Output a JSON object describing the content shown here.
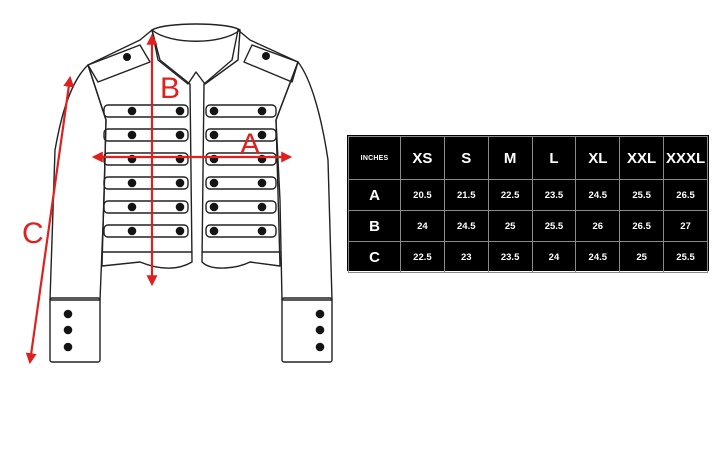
{
  "labels": {
    "a": "A",
    "b": "B",
    "c": "C"
  },
  "colors": {
    "arrow": "#e0201f",
    "outline": "#222222",
    "button": "#141414",
    "table_bg": "#000000",
    "table_text": "#ffffff"
  },
  "table": {
    "corner": "INCHES",
    "sizes": [
      "XS",
      "S",
      "M",
      "L",
      "XL",
      "XXL",
      "XXXL"
    ],
    "rows": [
      {
        "label": "A",
        "values": [
          "20.5",
          "21.5",
          "22.5",
          "23.5",
          "24.5",
          "25.5",
          "26.5"
        ]
      },
      {
        "label": "B",
        "values": [
          "24",
          "24.5",
          "25",
          "25.5",
          "26",
          "26.5",
          "27"
        ]
      },
      {
        "label": "C",
        "values": [
          "22.5",
          "23",
          "23.5",
          "24",
          "24.5",
          "25",
          "25.5"
        ]
      }
    ]
  }
}
